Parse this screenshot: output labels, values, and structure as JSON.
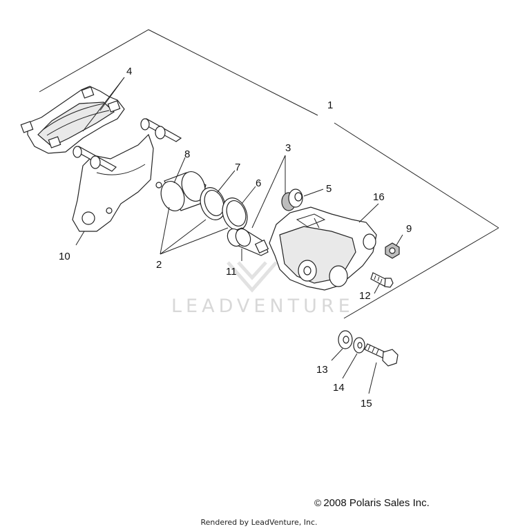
{
  "diagram": {
    "callouts": {
      "c1": "1",
      "c2": "2",
      "c3": "3",
      "c4": "4",
      "c5": "5",
      "c6": "6",
      "c7": "7",
      "c8": "8",
      "c9": "9",
      "c10": "10",
      "c11": "11",
      "c12": "12",
      "c13": "13",
      "c14": "14",
      "c15": "15",
      "c16": "16"
    },
    "watermark": "LEADVENTURE"
  },
  "copyright": {
    "symbol": "©",
    "text": "2008 Polaris Sales Inc."
  },
  "footer": {
    "text": "Rendered by LeadVenture, Inc."
  }
}
